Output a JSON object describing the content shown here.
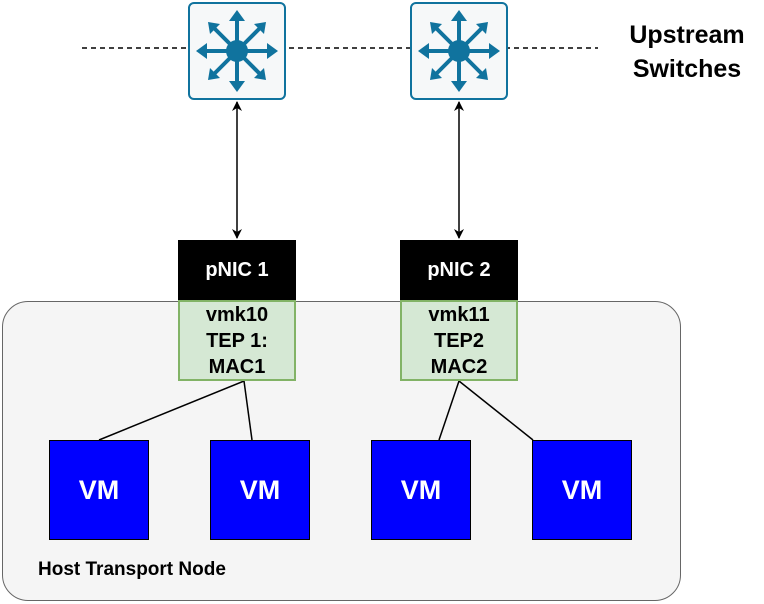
{
  "diagram": {
    "upstream_label_line1": "Upstream",
    "upstream_label_line2": "Switches",
    "switches": [
      {
        "icon": "network-switch-icon"
      },
      {
        "icon": "network-switch-icon"
      }
    ],
    "pnics": [
      {
        "label": "pNIC 1"
      },
      {
        "label": "pNIC 2"
      }
    ],
    "vmks": [
      {
        "line1": "vmk10",
        "line2": "TEP 1:",
        "line3": "MAC1"
      },
      {
        "line1": "vmk11",
        "line2": "TEP2",
        "line3": "MAC2"
      }
    ],
    "vms": [
      {
        "label": "VM"
      },
      {
        "label": "VM"
      },
      {
        "label": "VM"
      },
      {
        "label": "VM"
      }
    ],
    "host_label": "Host Transport Node",
    "colors": {
      "switch_border": "#10739e",
      "switch_icon": "#10739e",
      "vm_fill": "#0000ff",
      "vmk_fill": "#d5e8d4",
      "vmk_border": "#82b366",
      "pnic_fill": "#000000",
      "host_fill": "#f5f5f5"
    }
  }
}
